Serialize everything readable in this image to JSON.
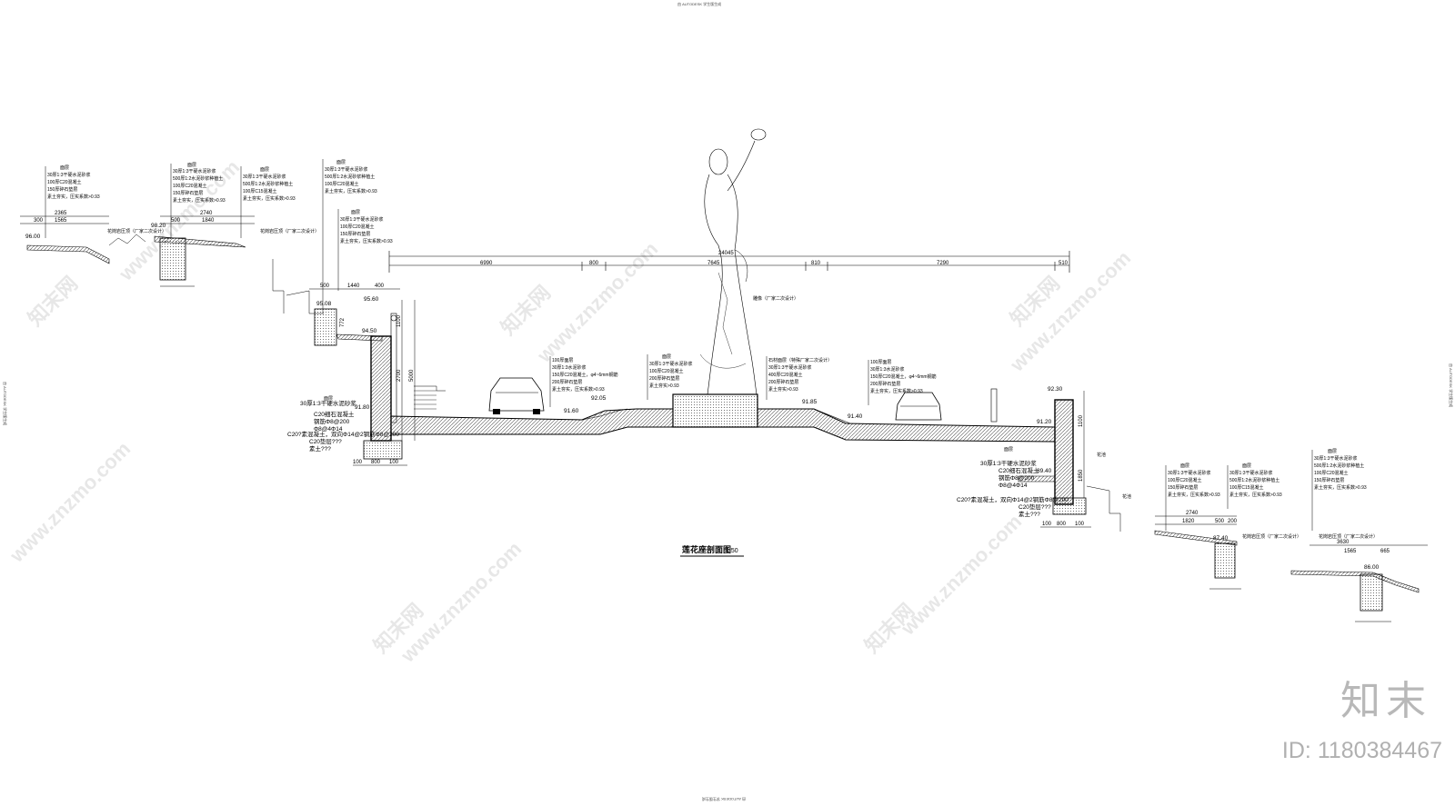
{
  "title": "莲花座剖面图",
  "scale": "1:50",
  "watermark": "www.znzmo.com",
  "watermark_cn": "知末网",
  "brand": "知末",
  "id_label": "ID: 1180384467",
  "autodesk_stamp": "由 AUTODESK 学生版生成",
  "top_dims": {
    "total": "24045",
    "segments": [
      "6990",
      "800",
      "7645",
      "810",
      "7290",
      "510"
    ]
  },
  "statue_label": "雕像（厂家二次设计）",
  "levels": {
    "l1": "96.00",
    "l2": "98.20",
    "l3": "95.60",
    "l4": "95.08",
    "l5": "94.50",
    "l6": "91.80",
    "l7": "92.05",
    "l8": "91.60",
    "l9": "91.85",
    "l10": "91.40",
    "l11": "92.30",
    "l12": "91.20",
    "l13": "89.40",
    "l14": "87.40",
    "l15": "86.00"
  },
  "left_dims": {
    "a": [
      "2365",
      "2740",
      "1565",
      "1840",
      "300",
      "500"
    ],
    "b": [
      "1440",
      "400",
      "500",
      "300"
    ],
    "c": [
      "100",
      "500",
      "100",
      "800",
      "100"
    ],
    "v": [
      "2700",
      "5000",
      "1100",
      "772"
    ]
  },
  "right_dims": {
    "a": [
      "2740",
      "1820",
      "500",
      "200",
      "3630",
      "1565",
      "665"
    ],
    "v": [
      "1100",
      "1850"
    ]
  },
  "notes": {
    "n1": [
      "面层",
      "30厚1:3干硬水泥砂浆",
      "100厚C20混凝土",
      "150厚碎石垫层",
      "素土夯实，压实系数>0.93"
    ],
    "n2": [
      "面层",
      "30厚1:3干硬水泥砂浆",
      "500厚1:2水泥砂浆种植土",
      "100厚C15混凝土",
      "素土夯实，压实系数>0.93"
    ],
    "n3": [
      "100厚面层",
      "30厚1:3水泥砂浆",
      "150厚C20混凝土，φ4~6mm钢筋",
      "200厚碎石垫层",
      "素土夯实，压实系数>0.93"
    ],
    "n4": [
      "面层",
      "30厚1:3干硬水泥砂浆",
      "100厚C20混凝土",
      "200厚碎石垫层",
      "素土夯实>0.93"
    ],
    "n5": [
      "石材面层（特殊厂家二次设计）",
      "30厚1:3干硬水泥砂浆",
      "400厚C20混凝土",
      "200厚碎石垫层",
      "素土夯实>0.93"
    ],
    "n6": [
      "面层",
      "C20细石混凝土",
      "钢筋Φ8@200",
      "Φ8@4Φ14"
    ],
    "n7": [
      "C20?素混凝土，双向Φ14@2钢筋Φ8@200",
      "C20垫层???",
      "素土???"
    ],
    "n8": [
      "花池",
      "花岗岩压顶（厂家二次设计）"
    ]
  },
  "colors": {
    "ink": "#000000",
    "watermark": "#bbbbbb",
    "hatch": "#555555"
  }
}
